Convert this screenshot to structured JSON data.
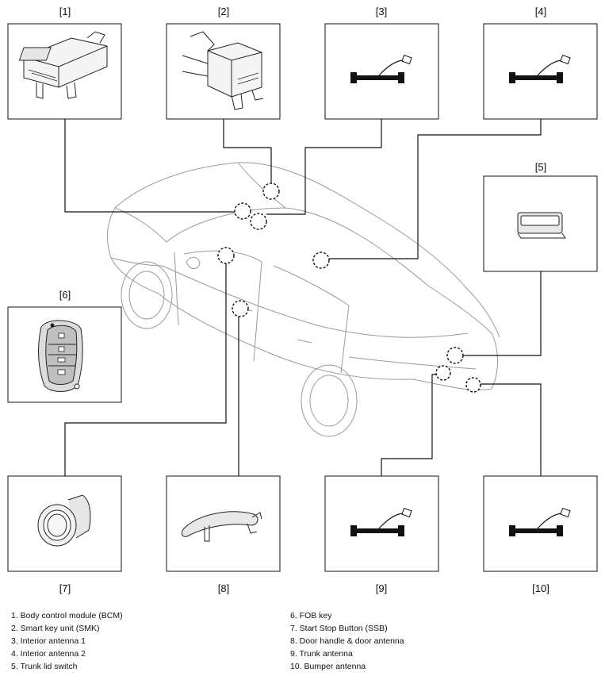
{
  "callouts": {
    "c1": "[1]",
    "c2": "[2]",
    "c3": "[3]",
    "c4": "[4]",
    "c5": "[5]",
    "c6": "[6]",
    "c7": "[7]",
    "c8": "[8]",
    "c9": "[9]",
    "c10": "[10]"
  },
  "legend": {
    "items": [
      "1. Body control module (BCM)",
      "2. Smart key unit (SMK)",
      "3. Interior antenna 1",
      "4. Interior antenna 2",
      "5. Trunk lid switch",
      "6. FOB key",
      "7. Start Stop Button (SSB)",
      "8. Door handle & door antenna",
      "9. Trunk antenna",
      "10. Bumper antenna"
    ]
  }
}
